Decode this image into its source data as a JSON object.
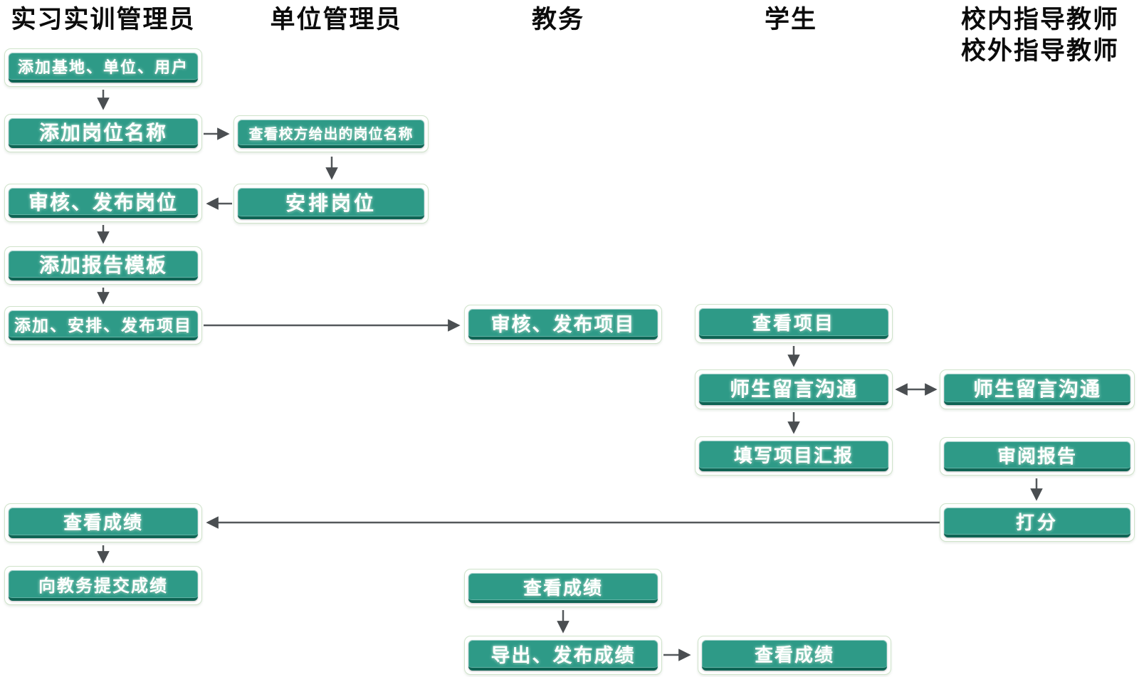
{
  "page": {
    "background": "#ffffff"
  },
  "colors": {
    "node_fill": "#2e9a87",
    "node_bottom_edge": "#0f6454",
    "node_outer_border": "#cfe3ca",
    "node_text": "#ffffff",
    "header_text": "#0b0b0b",
    "arrow": "#54585b"
  },
  "headers": [
    {
      "id": "internship-admin",
      "label": "实习实训管理员"
    },
    {
      "id": "unit-admin",
      "label": "单位管理员"
    },
    {
      "id": "academic-affairs",
      "label": "教务"
    },
    {
      "id": "student",
      "label": "学生"
    },
    {
      "id": "advisors",
      "label": "校内指导教师",
      "label2": "校外指导教师"
    }
  ],
  "nodes": {
    "n1": {
      "column": "internship-admin",
      "label": "添加基地、单位、用户"
    },
    "n2": {
      "column": "internship-admin",
      "label": "添加岗位名称"
    },
    "n3": {
      "column": "internship-admin",
      "label": "审核、发布岗位"
    },
    "n4": {
      "column": "internship-admin",
      "label": "添加报告模板"
    },
    "n5": {
      "column": "internship-admin",
      "label": "添加、安排、发布项目"
    },
    "n6": {
      "column": "internship-admin",
      "label": "查看成绩"
    },
    "n7": {
      "column": "internship-admin",
      "label": "向教务提交成绩"
    },
    "n8": {
      "column": "unit-admin",
      "label": "查看校方给出的岗位名称"
    },
    "n9": {
      "column": "unit-admin",
      "label": "安排岗位"
    },
    "n10": {
      "column": "academic-affairs",
      "label": "审核、发布项目"
    },
    "n11": {
      "column": "academic-affairs",
      "label": "查看成绩"
    },
    "n12": {
      "column": "academic-affairs",
      "label": "导出、发布成绩"
    },
    "n13": {
      "column": "student",
      "label": "查看项目"
    },
    "n14": {
      "column": "student",
      "label": "师生留言沟通"
    },
    "n15": {
      "column": "student",
      "label": "填写项目汇报"
    },
    "n16": {
      "column": "student",
      "label": "查看成绩"
    },
    "n17": {
      "column": "advisors",
      "label": "师生留言沟通"
    },
    "n18": {
      "column": "advisors",
      "label": "审阅报告"
    },
    "n19": {
      "column": "advisors",
      "label": "打分"
    }
  },
  "flows": [
    {
      "from": "n1",
      "to": "n2",
      "bidirectional": false
    },
    {
      "from": "n2",
      "to": "n8",
      "bidirectional": false
    },
    {
      "from": "n8",
      "to": "n9",
      "bidirectional": false
    },
    {
      "from": "n9",
      "to": "n3",
      "bidirectional": false
    },
    {
      "from": "n3",
      "to": "n4",
      "bidirectional": false
    },
    {
      "from": "n4",
      "to": "n5",
      "bidirectional": false
    },
    {
      "from": "n5",
      "to": "n10",
      "bidirectional": false
    },
    {
      "from": "n13",
      "to": "n14",
      "bidirectional": false
    },
    {
      "from": "n14",
      "to": "n17",
      "bidirectional": true
    },
    {
      "from": "n14",
      "to": "n15",
      "bidirectional": false
    },
    {
      "from": "n18",
      "to": "n19",
      "bidirectional": false
    },
    {
      "from": "n19",
      "to": "n6",
      "bidirectional": false
    },
    {
      "from": "n6",
      "to": "n7",
      "bidirectional": false
    },
    {
      "from": "n11",
      "to": "n12",
      "bidirectional": false
    },
    {
      "from": "n12",
      "to": "n16",
      "bidirectional": false
    }
  ]
}
